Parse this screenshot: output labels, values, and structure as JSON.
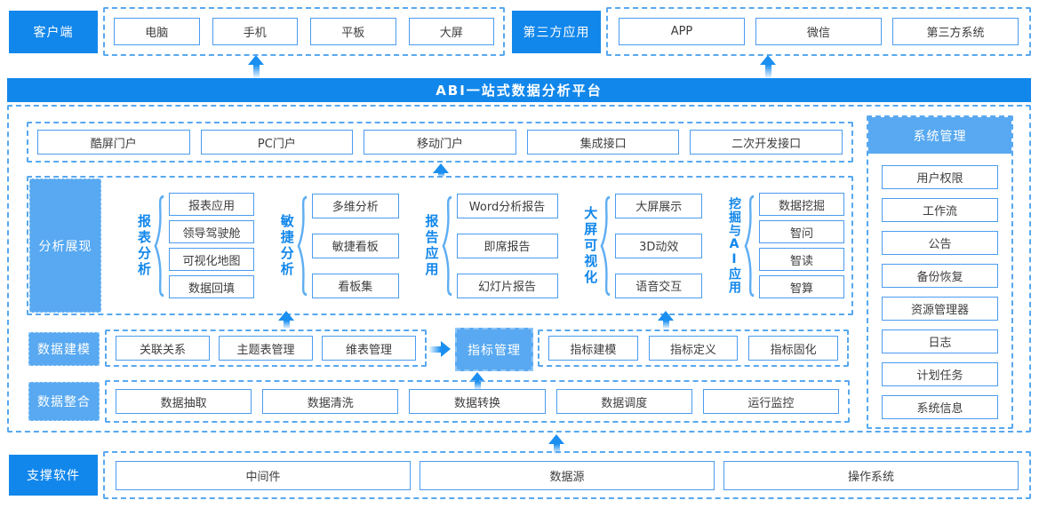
{
  "banner": {
    "title": "ABI一站式数据分析平台"
  },
  "client": {
    "label": "客户端",
    "items": [
      "电脑",
      "手机",
      "平板",
      "大屏"
    ]
  },
  "third_party": {
    "label": "第三方应用",
    "items": [
      "APP",
      "微信",
      "第三方系统"
    ]
  },
  "portals": [
    "酷屏门户",
    "PC门户",
    "移动门户",
    "集成接口",
    "二次开发接口"
  ],
  "analysis": {
    "label": "分析展现",
    "groups": [
      {
        "name": "报表分析",
        "items": [
          "报表应用",
          "领导驾驶舱",
          "可视化地图",
          "数据回填"
        ]
      },
      {
        "name": "敏捷分析",
        "items": [
          "多维分析",
          "敏捷看板",
          "看板集"
        ]
      },
      {
        "name": "报告应用",
        "items": [
          "Word分析报告",
          "即席报告",
          "幻灯片报告"
        ]
      },
      {
        "name": "大屏可视化",
        "items": [
          "大屏展示",
          "3D动效",
          "语音交互"
        ]
      },
      {
        "name": "挖掘与AI应用",
        "items": [
          "数据挖掘",
          "智问",
          "智读",
          "智算"
        ]
      }
    ]
  },
  "modeling": {
    "label": "数据建模",
    "items": [
      "关联关系",
      "主题表管理",
      "维表管理"
    ],
    "indicator": {
      "label": "指标管理",
      "items": [
        "指标建模",
        "指标定义",
        "指标固化"
      ]
    }
  },
  "integration": {
    "label": "数据整合",
    "items": [
      "数据抽取",
      "数据清洗",
      "数据转换",
      "数据调度",
      "运行监控"
    ]
  },
  "system": {
    "label": "系统管理",
    "items": [
      "用户权限",
      "工作流",
      "公告",
      "备份恢复",
      "资源管理器",
      "日志",
      "计划任务",
      "系统信息"
    ]
  },
  "support": {
    "label": "支撑软件",
    "items": [
      "中间件",
      "数据源",
      "操作系统"
    ]
  },
  "colors": {
    "primary": "#1287EB",
    "light_blue": "#58A9F1",
    "box_border": "#4B9BEE",
    "dashed_border": "#58A8F0",
    "text": "#3D3D3D"
  }
}
